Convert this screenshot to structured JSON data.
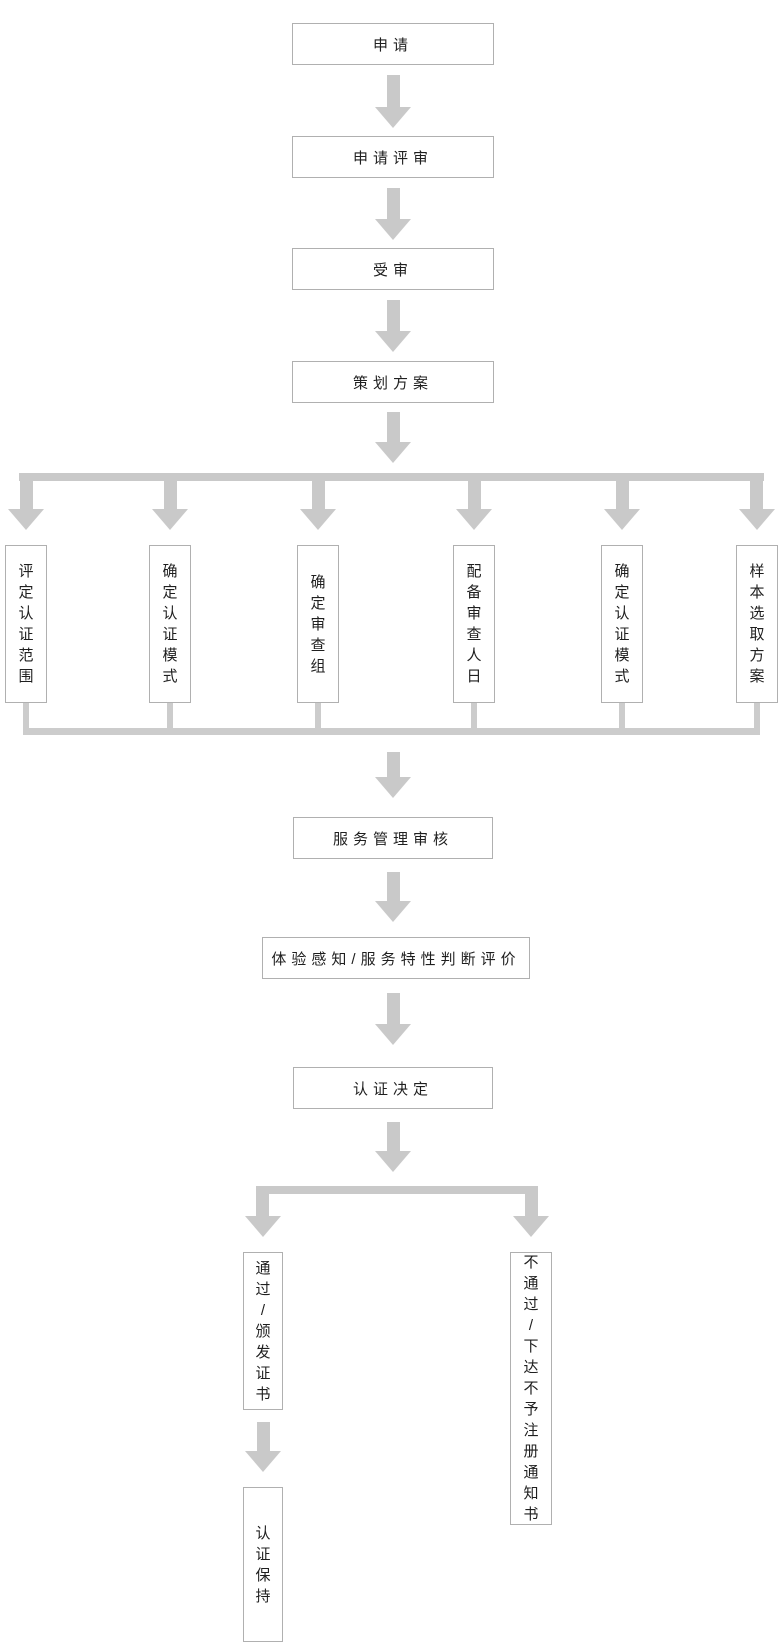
{
  "nodes": {
    "apply": "申请",
    "application_review": "申请评审",
    "under_audit": "受审",
    "planning": "策划方案",
    "branches": [
      "评定认证范围",
      "确定认证模式",
      "确定审查组",
      "配备审查人日",
      "确定认证模式",
      "样本选取方案"
    ],
    "service_audit": "服务管理审核",
    "experience_eval": "体验感知/服务特性判断评价",
    "decision": "认证决定",
    "pass": "通过/颁发证书",
    "fail": "不通过/下达不予注册通知书",
    "maintain": "认证保持"
  },
  "colors": {
    "arrow": "#c9c9c9",
    "connector": "#cccccc",
    "border": "#b0b0b0",
    "text": "#1f1f1f",
    "background": "#ffffff"
  }
}
